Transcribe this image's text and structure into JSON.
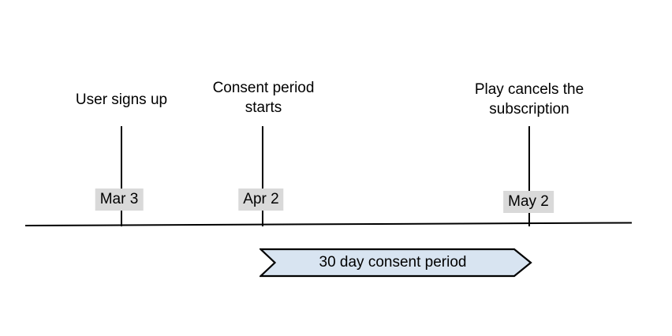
{
  "timeline": {
    "events": [
      {
        "label": "User signs up",
        "date": "Mar 3"
      },
      {
        "label": "Consent period\nstarts",
        "date": "Apr 2"
      },
      {
        "label": "Play cancels the\nsubscription",
        "date": "May 2"
      }
    ],
    "banner": {
      "label": "30 day consent period",
      "fill": "#d8e4f1",
      "border": "#000000"
    },
    "colors": {
      "date_badge_bg": "#d9d9d9",
      "line": "#000000",
      "text": "#000000",
      "background": "#ffffff"
    }
  }
}
